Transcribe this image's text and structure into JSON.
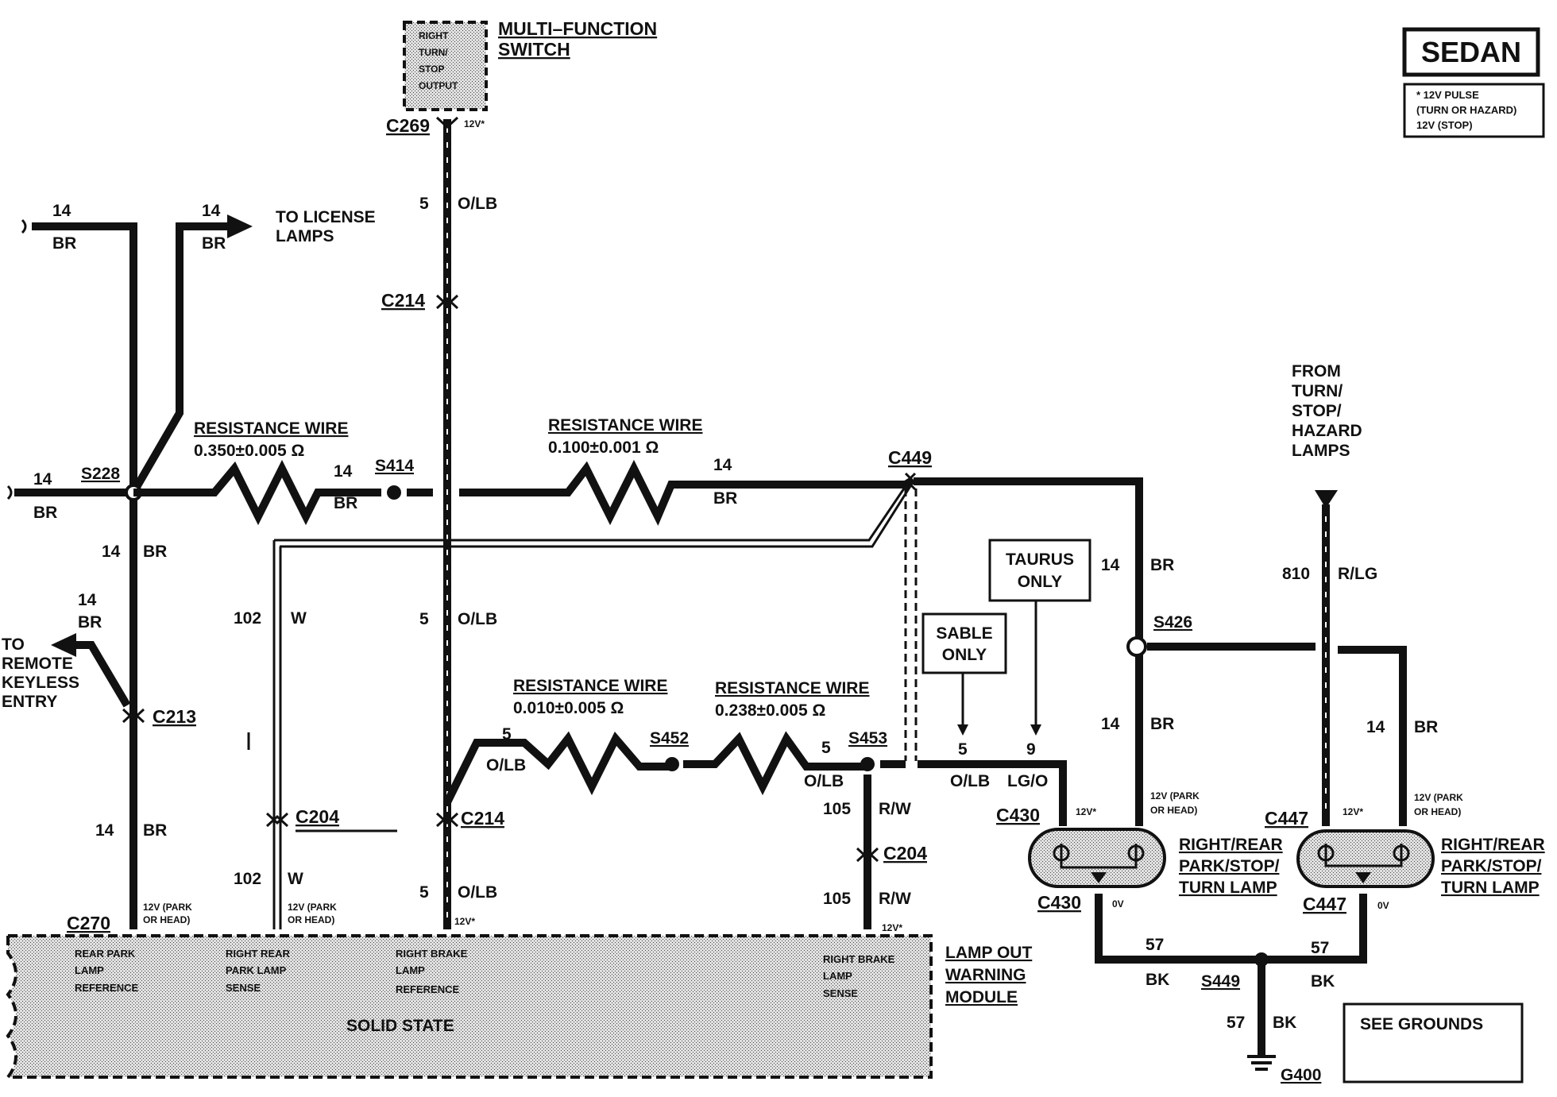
{
  "legend": {
    "sedan": "SEDAN",
    "note_line1": "* 12V PULSE",
    "note_line2": "(TURN OR HAZARD)",
    "note_line3": "12V (STOP)"
  },
  "switch": {
    "title_line1": "MULTI–FUNCTION",
    "title_line2": "SWITCH",
    "out_line1": "RIGHT",
    "out_line2": "TURN/",
    "out_line3": "STOP",
    "out_line4": "OUTPUT",
    "voltage": "12V*"
  },
  "connectors": {
    "c269": "C269",
    "c214_top": "C214",
    "c214_bottom": "C214",
    "c213": "C213",
    "c204_left": "C204",
    "c204_right": "C204",
    "c270": "C270",
    "c449": "C449",
    "c430_top": "C430",
    "c430_bottom": "C430",
    "c447_top": "C447",
    "c447_bottom": "C447"
  },
  "splices": {
    "s228": "S228",
    "s414": "S414",
    "s452": "S452",
    "s453": "S453",
    "s426": "S426",
    "s449": "S449"
  },
  "wires": {
    "c14": "14",
    "br": "BR",
    "c5": "5",
    "olb": "O/LB",
    "c102": "102",
    "w": "W",
    "c105": "105",
    "rw": "R/W",
    "c9": "9",
    "lgo": "LG/O",
    "c810": "810",
    "rlg": "R/LG",
    "c57": "57",
    "bk": "BK"
  },
  "resistance": {
    "title": "RESISTANCE WIRE",
    "r1": "0.350±0.005 Ω",
    "r2": "0.100±0.001 Ω",
    "r3": "0.010±0.005 Ω",
    "r4": "0.238±0.005 Ω"
  },
  "notes": {
    "license_line1": "TO LICENSE",
    "license_line2": "LAMPS",
    "rke_line1": "TO",
    "rke_line2": "REMOTE",
    "rke_line3": "KEYLESS",
    "rke_line4": "ENTRY",
    "from_line1": "FROM",
    "from_line2": "TURN/",
    "from_line3": "STOP/",
    "from_line4": "HAZARD",
    "from_line5": "LAMPS",
    "taurus_line1": "TAURUS",
    "taurus_line2": "ONLY",
    "sable_line1": "SABLE",
    "sable_line2": "ONLY",
    "see_grounds": "SEE GROUNDS",
    "ground": "G400"
  },
  "voltages": {
    "park_line1": "12V (PARK",
    "park_line2": "OR HEAD)",
    "pulse": "12V*",
    "zero": "0V"
  },
  "module": {
    "title_line1": "LAMP OUT",
    "title_line2": "WARNING",
    "title_line3": "MODULE",
    "solid_state": "SOLID STATE",
    "p1_line1": "REAR PARK",
    "p1_line2": "LAMP",
    "p1_line3": "REFERENCE",
    "p2_line1": "RIGHT REAR",
    "p2_line2": "PARK LAMP",
    "p2_line3": "SENSE",
    "p3_line1": "RIGHT BRAKE",
    "p3_line2": "LAMP",
    "p3_line3": "REFERENCE",
    "p4_line1": "RIGHT BRAKE",
    "p4_line2": "LAMP",
    "p4_line3": "SENSE"
  },
  "lamps": {
    "l1_line1": "RIGHT/REAR",
    "l1_line2": "PARK/STOP/",
    "l1_line3": "TURN LAMP",
    "l2_line1": "RIGHT/REAR",
    "l2_line2": "PARK/STOP/",
    "l2_line3": "TURN LAMP"
  }
}
